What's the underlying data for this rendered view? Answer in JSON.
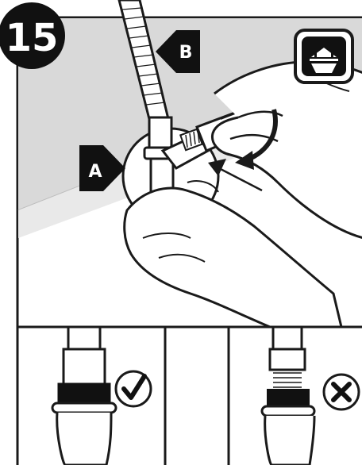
{
  "step": {
    "number": "15"
  },
  "callouts": {
    "a": "A",
    "b": "B"
  },
  "status": {
    "correct_icon": "checkmark-icon",
    "incorrect_icon": "x-icon"
  },
  "colors": {
    "background_grey": "#d8d8d8",
    "line": "#1a1a1a",
    "skin": "#ffffff",
    "dark_band": "#111111"
  }
}
